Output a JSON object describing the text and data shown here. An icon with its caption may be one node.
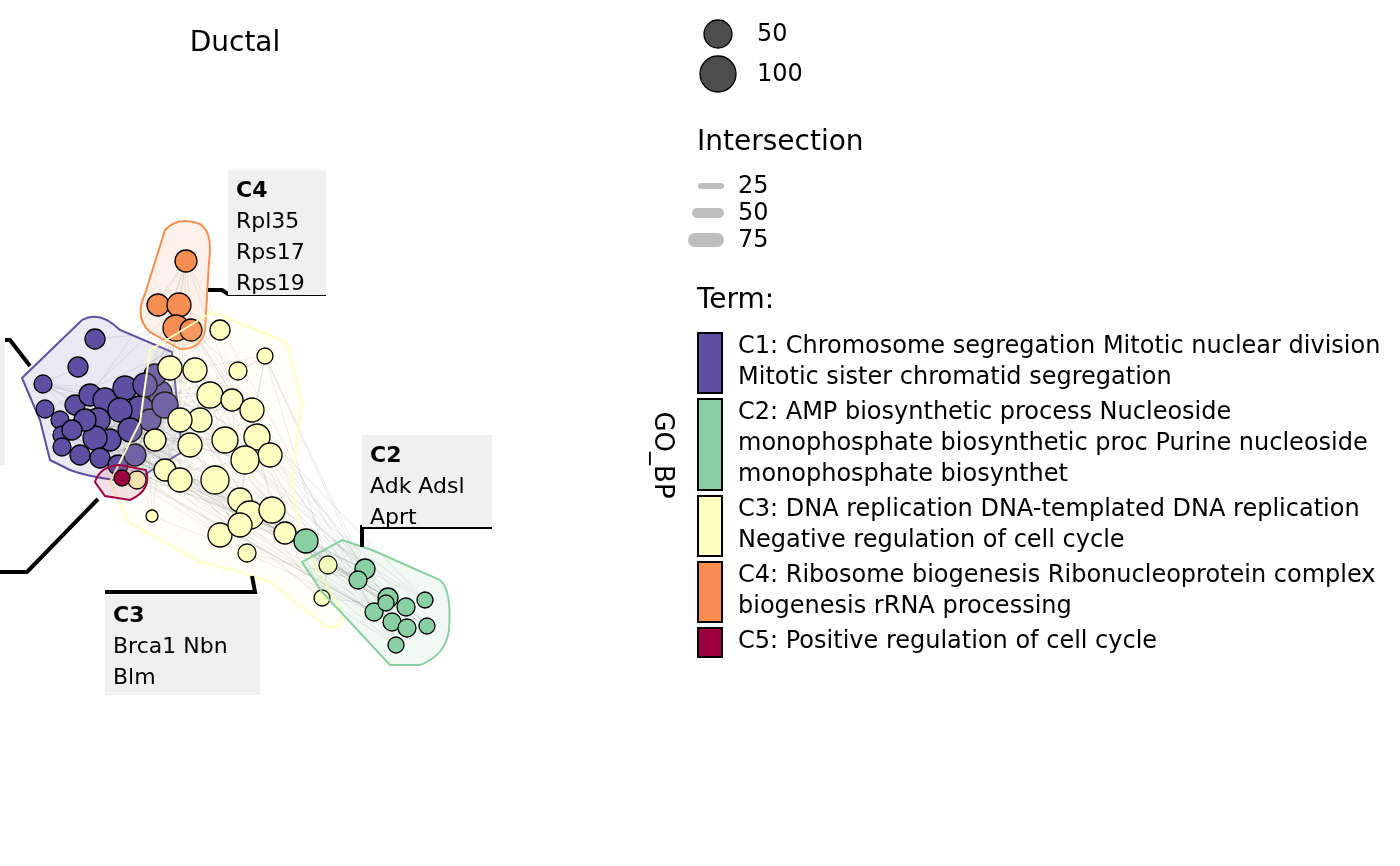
{
  "diagram": {
    "title": "Ductal",
    "nodes": [
      {
        "text": [
          "C4",
          "Rpl35 Rps17 Rps19"
        ]
      },
      {
        "text": [],
        "shape": "blob"
      },
      {
        "text": [],
        "shape": "blob"
      },
      {
        "text": [],
        "shape": "blob"
      },
      {
        "text": [],
        "shape": "blob"
      },
      {
        "text": [],
        "shape": "blob"
      },
      {
        "text": [
          "C2",
          "Adk Adsl Aprt"
        ]
      },
      {
        "text": [
          "C3",
          "Brca1 Nbn Blm"
        ]
      },
      {
        "text": [],
        "shape": "box"
      }
    ],
    "edges": [
      {
        "from": 0,
        "to": 1,
        "arrow": "none"
      },
      {
        "from": 6,
        "to": 5,
        "arrow": "none"
      },
      {
        "from": 7,
        "to": 3,
        "arrow": "none"
      },
      {
        "from": 8,
        "to": 2,
        "arrow": "none"
      },
      {
        "from": null,
        "to": 4,
        "arrow": "none"
      }
    ],
    "labels": [
      "Intersection",
      "Term:",
      "GO_BP"
    ],
    "legend": [
      {
        "text": "50"
      },
      {
        "text": "100"
      },
      {
        "text": "25"
      },
      {
        "text": "50"
      },
      {
        "text": "75"
      },
      {
        "text": "C1: Chromosome segregation Mitotic nuclear division Mitotic sister chromatid segregation",
        "color": "#5e4fa2"
      },
      {
        "text": "C2: AMP biosynthetic process Nucleoside monophosphate biosynthetic proc Purine nucleoside monophosphate biosynthet",
        "color": "#88cfa4"
      },
      {
        "text": "C3: DNA replication DNA-templated DNA replication Negative regulation of cell cycle",
        "color": "#ffffbf"
      },
      {
        "text": "C4: Ribosome biogenesis Ribonucleoprotein complex biogenesis rRNA processing",
        "color": "#f88d52"
      },
      {
        "text": "C5: Positive regulation of cell cycle",
        "color": "#9e0142"
      }
    ]
  }
}
